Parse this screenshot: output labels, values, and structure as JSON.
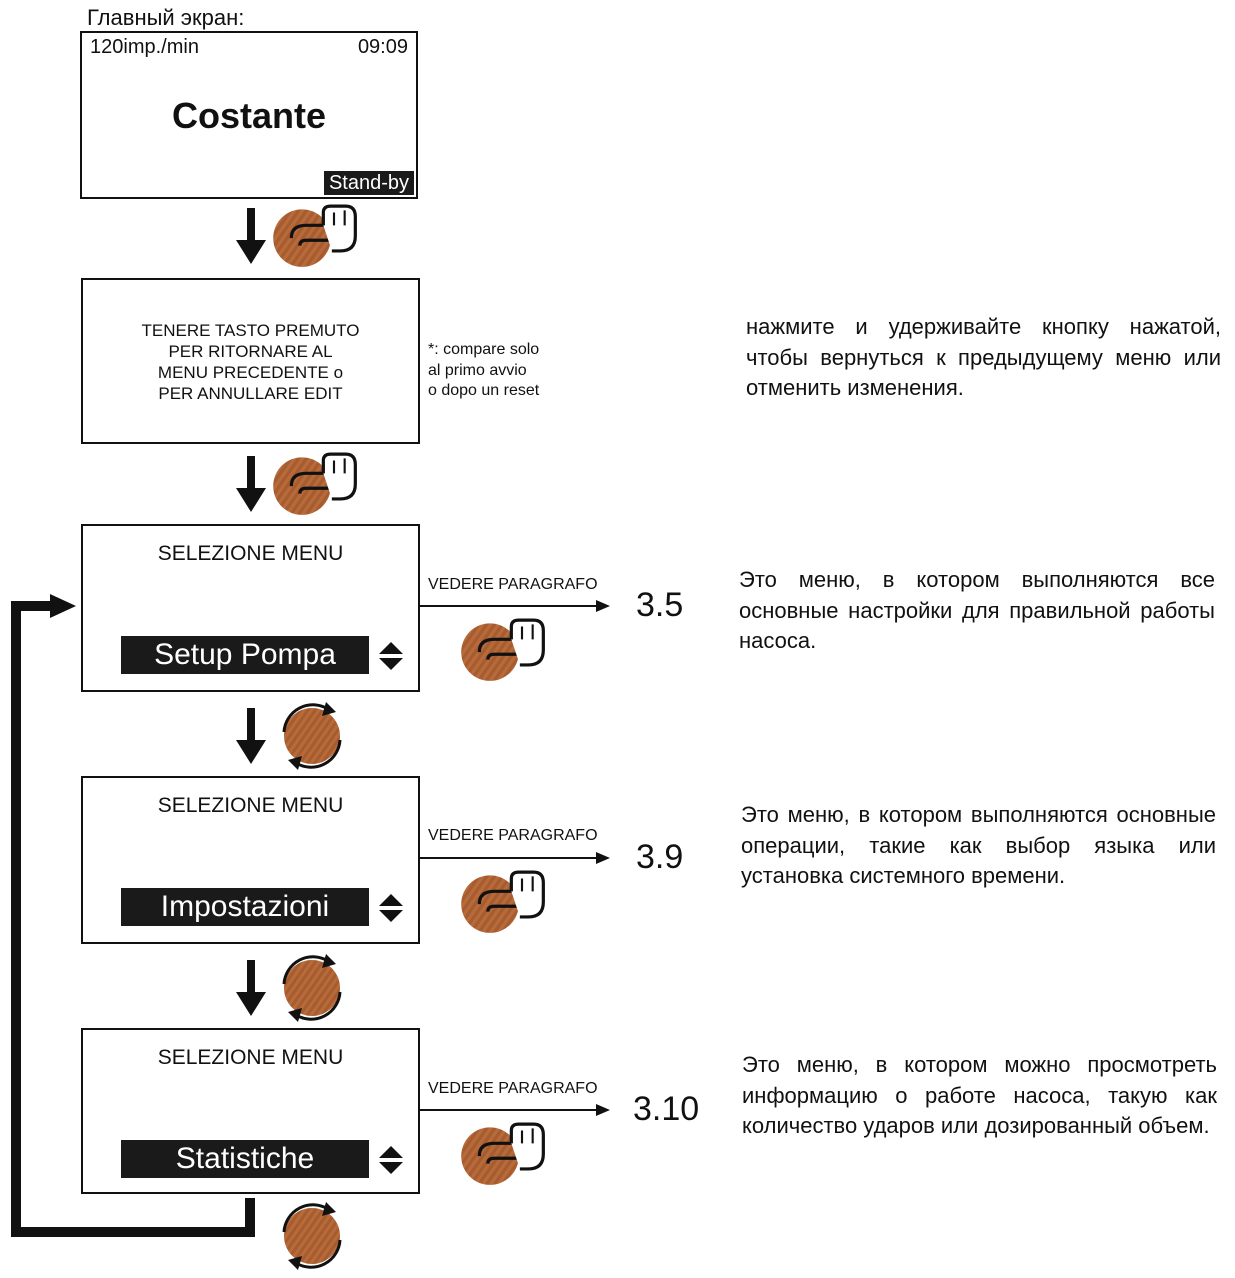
{
  "main_screen": {
    "caption": "Главный экран:",
    "rate": "120imp./min",
    "time": "09:09",
    "mode": "Costante",
    "status": "Stand-by"
  },
  "hold_screen": {
    "message": "TENERE TASTO PREMUTO\nPER RITORNARE AL\nMENU PRECEDENTE o\nPER ANNULLARE EDIT",
    "footnote": "*: compare solo\n   al primo avvio\n   o dopo un reset",
    "description": "нажмите и удерживайте кнопку нажатой, чтобы вернуться к предыдущему меню или отменить изменения."
  },
  "menus": [
    {
      "title": "SELEZIONE MENU",
      "item": "Setup Pompa",
      "see_label": "VEDERE PARAGRAFO",
      "paragraph": "3.5",
      "description": "Это меню, в котором выполняются все основные настройки для правильной работы насоса."
    },
    {
      "title": "SELEZIONE MENU",
      "item": "Impostazioni",
      "see_label": "VEDERE PARAGRAFO",
      "paragraph": "3.9",
      "description": "Это меню, в котором выполняются основные операции, такие как выбор языка или установка системного времени."
    },
    {
      "title": "SELEZIONE MENU",
      "item": "Statistiche",
      "see_label": "VEDERE PARAGRAFO",
      "paragraph": "3.10",
      "description": "Это меню, в котором можно просмотреть информацию о работе насоса, такую как количество ударов или дозированный объем."
    }
  ],
  "icons": {
    "press": "knob-press-icon",
    "rotate": "knob-rotate-icon",
    "down_arrow": "arrow-down-icon",
    "updown": "updown-arrows-icon"
  },
  "colors": {
    "knob": "#b86a3a",
    "knob_dark": "#8a4a22",
    "line": "#111111",
    "inverse_bg": "#1a1a1a"
  }
}
